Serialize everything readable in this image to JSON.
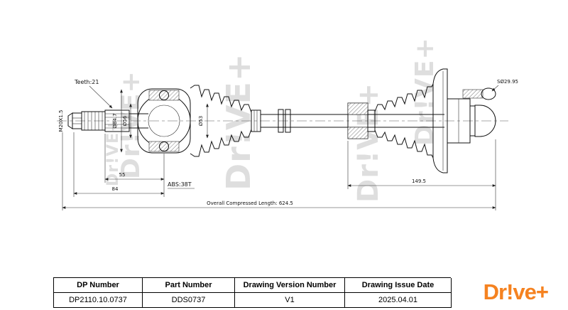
{
  "page": {
    "watermark": "Dr!VE+",
    "background_color": "#ffffff",
    "watermark_color": "#dedede"
  },
  "logo": {
    "text": "Dr!ve+",
    "color": "#F58220"
  },
  "drawing": {
    "annotations": {
      "teeth": "Teeth:21",
      "thread": "M20X1.5",
      "dia_84_7": "Ø84.7",
      "dia_56": "Ø56",
      "dia_53": "Ø53",
      "abs_note": "ABS:38T",
      "sphere_dia": "SØ29.95",
      "dim_55": "55",
      "dim_84": "84",
      "dim_149_5": "149.5",
      "overall_length": "Overall  Compressed  Length: 624.5"
    }
  },
  "title_block": {
    "columns": [
      {
        "header": "DP Number",
        "value": "DP2110.10.0737"
      },
      {
        "header": "Part Number",
        "value": "DDS0737"
      },
      {
        "header": "Drawing Version Number",
        "value": "V1"
      },
      {
        "header": "Drawing Issue Date",
        "value": "2025.04.01"
      }
    ]
  }
}
